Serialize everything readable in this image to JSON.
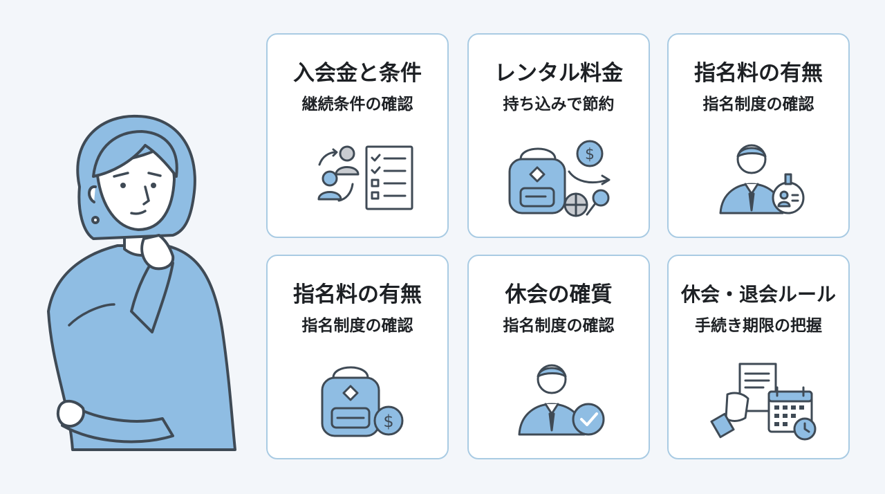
{
  "cards": [
    {
      "title": "入会金と条件",
      "subtitle": "継続条件の確認",
      "icon": "user-cycle-checklist-icon"
    },
    {
      "title": "レンタル料金",
      "subtitle": "持ち込みで節約",
      "icon": "backpack-savings-icon"
    },
    {
      "title": "指名料の有無",
      "subtitle": "指名制度の確認",
      "icon": "instructor-badge-icon"
    },
    {
      "title": "指名料の有無",
      "subtitle": "指名制度の確認",
      "icon": "backpack-price-icon"
    },
    {
      "title": "休会の確質",
      "subtitle": "指名制度の確認",
      "icon": "verified-staff-icon"
    },
    {
      "title": "休会・退会ルール",
      "subtitle": "手続き期限の把握",
      "icon": "document-calendar-icon"
    }
  ],
  "colors": {
    "accent": "#8fbde3",
    "stroke": "#3f4a55",
    "card_border": "#a9cbe3",
    "background": "#f3f6fa"
  }
}
